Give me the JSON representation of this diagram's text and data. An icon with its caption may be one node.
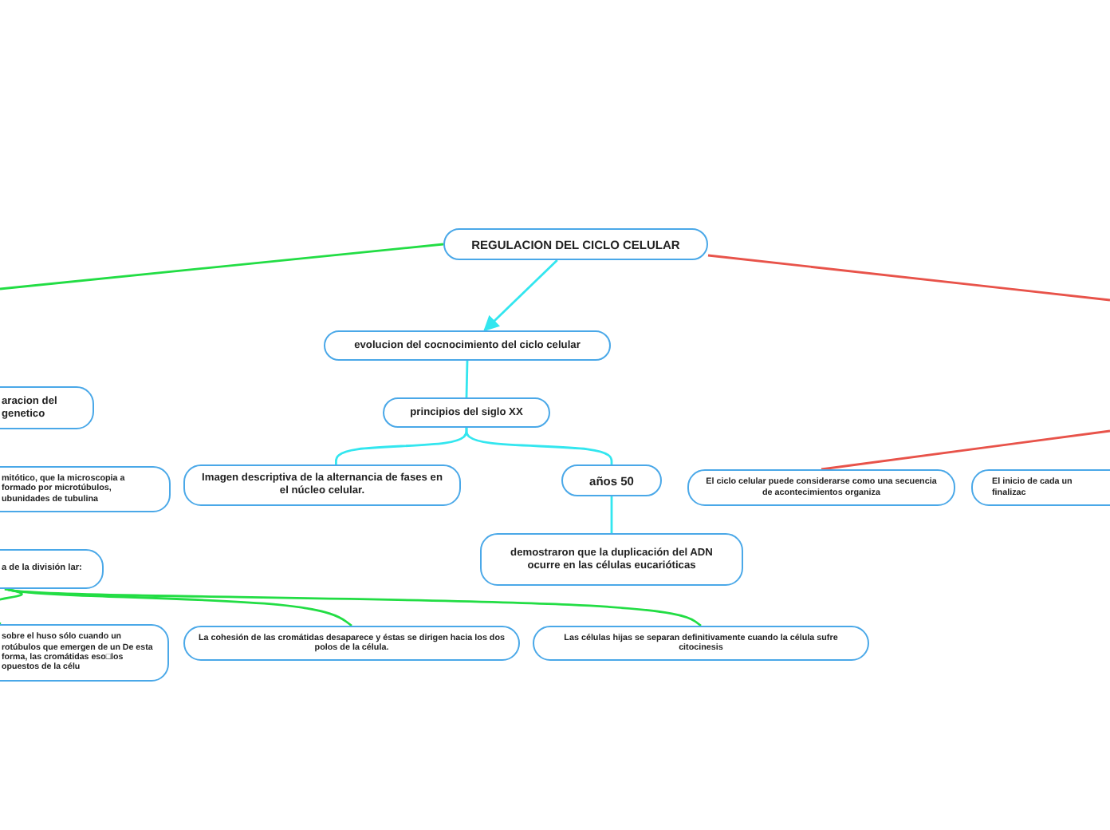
{
  "diagram": {
    "nodes": [
      {
        "text": [
          "REGULACION DEL CICLO CELULAR"
        ]
      },
      {
        "text": [
          "evolucion del cocnocimiento del ciclo celular"
        ]
      },
      {
        "text": [
          "principios del siglo XX"
        ]
      },
      {
        "text": [
          "Imagen descriptiva de la alternancia de fases en el núcleo celular."
        ]
      },
      {
        "text": [
          "años 50"
        ]
      },
      {
        "text": [
          "demostraron que la duplicación del ADN ocurre en las células eucarióticas"
        ]
      },
      {
        "text": [
          "aracion del genetico"
        ]
      },
      {
        "text": [
          "mitótico, que la microscopia a formado por microtúbulos, ubunidades de tubulina"
        ]
      },
      {
        "text": [
          "a de la división lar:"
        ]
      },
      {
        "text": [
          "sobre el huso sólo cuando un rotúbulos que emergen de un De esta forma, las cromátidas eso□los opuestos de la célu"
        ]
      },
      {
        "text": [
          "La cohesión de las cromátidas desaparece y éstas se dirigen hacia los dos polos de la célula."
        ]
      },
      {
        "text": [
          "Las células hijas se separan definitivamente cuando la célula sufre citocinesis"
        ]
      },
      {
        "text": [
          "El ciclo celular puede considerarse como una secuencia de acontecimientos organiza"
        ]
      },
      {
        "text": [
          "El inicio de cada un finalizac"
        ]
      }
    ],
    "edges": [
      {
        "from": 0,
        "to": null,
        "arrow": "none",
        "color": "#22dd44"
      },
      {
        "from": 0,
        "to": 1,
        "arrow": "to"
      },
      {
        "from": 0,
        "to": null,
        "arrow": "none",
        "color": "#e8534a"
      },
      {
        "from": 1,
        "to": 2,
        "arrow": "none"
      },
      {
        "from": 2,
        "to": 3,
        "arrow": "none"
      },
      {
        "from": 2,
        "to": 4,
        "arrow": "none"
      },
      {
        "from": 4,
        "to": 5,
        "arrow": "none"
      },
      {
        "from": null,
        "to": 12,
        "arrow": "none",
        "color": "#e8534a"
      },
      {
        "from": 8,
        "to": 9,
        "arrow": "none",
        "color": "#22dd44"
      },
      {
        "from": 8,
        "to": 10,
        "arrow": "none",
        "color": "#22dd44"
      },
      {
        "from": 8,
        "to": 11,
        "arrow": "none",
        "color": "#22dd44"
      }
    ]
  }
}
